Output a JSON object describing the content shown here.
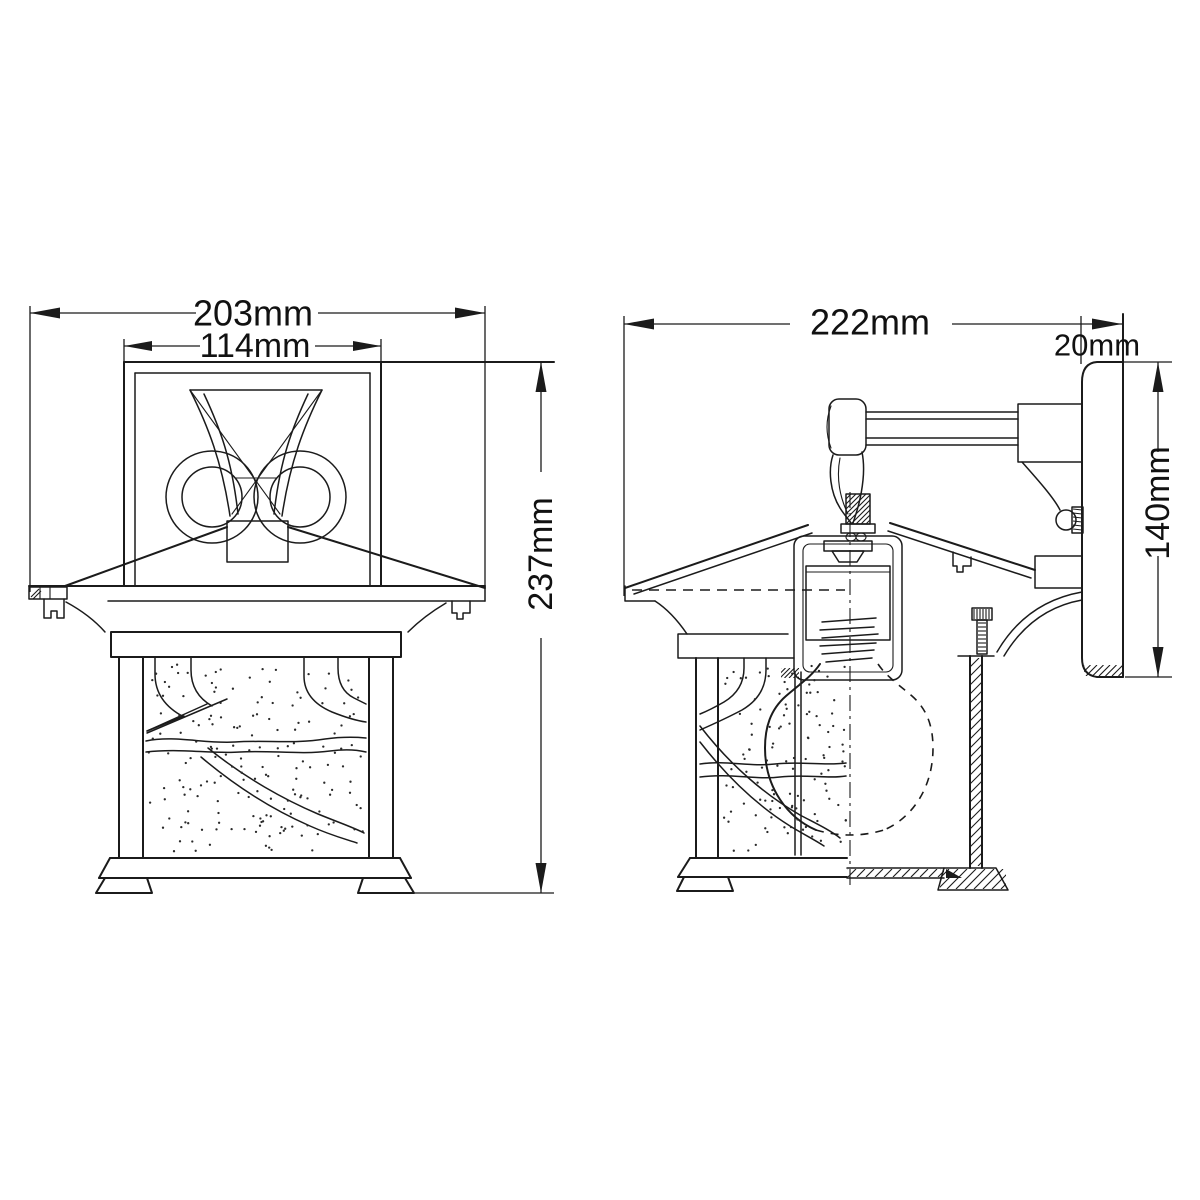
{
  "colors": {
    "background": "#ffffff",
    "line": "#1b1b1b",
    "text": "#111111"
  },
  "drawing": {
    "kind": "technical dimension drawing",
    "subject": "outdoor wall lantern - front elevation and side section"
  },
  "front_view": {
    "dim_overall_width": "203mm",
    "dim_backplate_width": "114mm",
    "dim_overall_height": "237mm"
  },
  "side_view": {
    "dim_projection": "222mm",
    "dim_plate_thickness": "20mm",
    "dim_plate_height": "140mm"
  }
}
